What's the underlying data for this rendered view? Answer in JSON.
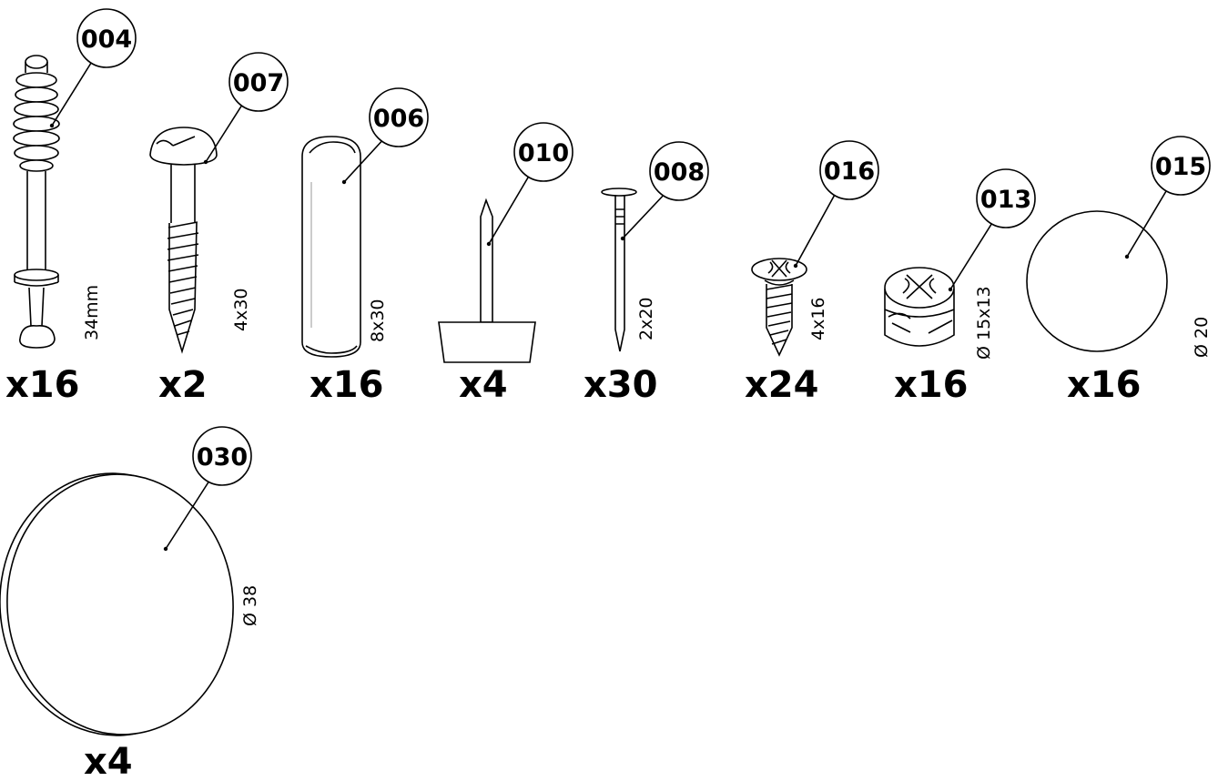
{
  "parts": [
    {
      "part_id": "004",
      "dimension": "34mm",
      "quantity": "x16",
      "icon": "cam-bolt-icon"
    },
    {
      "part_id": "007",
      "dimension": "4x30",
      "quantity": "x2",
      "icon": "round-head-screw-icon"
    },
    {
      "part_id": "006",
      "dimension": "8x30",
      "quantity": "x16",
      "icon": "wooden-dowel-icon"
    },
    {
      "part_id": "010",
      "dimension": "",
      "quantity": "x4",
      "icon": "furniture-glide-icon"
    },
    {
      "part_id": "008",
      "dimension": "2x20",
      "quantity": "x30",
      "icon": "nail-icon"
    },
    {
      "part_id": "016",
      "dimension": "4x16",
      "quantity": "x24",
      "icon": "countersunk-screw-icon"
    },
    {
      "part_id": "013",
      "dimension": "Ø 15x13",
      "quantity": "x16",
      "icon": "cam-lock-icon"
    },
    {
      "part_id": "015",
      "dimension": "Ø 20",
      "quantity": "x16",
      "icon": "small-cover-cap-icon"
    },
    {
      "part_id": "030",
      "dimension": "Ø 38",
      "quantity": "x4",
      "icon": "large-cover-cap-icon"
    }
  ]
}
